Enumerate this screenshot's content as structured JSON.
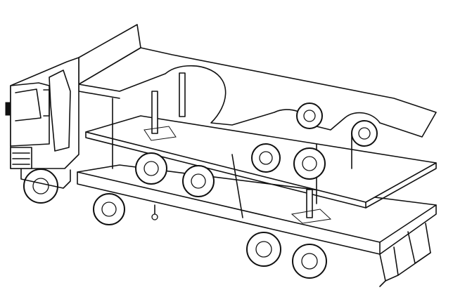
{
  "figure": {
    "caption": "",
    "colors": {
      "line": "#111111",
      "background": "#ffffff"
    },
    "components": [
      "truck-cab",
      "trailer-chassis",
      "upper-deck-platform",
      "middle-deck-platform",
      "lower-deck-platform",
      "hydraulic-lift-posts",
      "wheel-sets"
    ]
  }
}
